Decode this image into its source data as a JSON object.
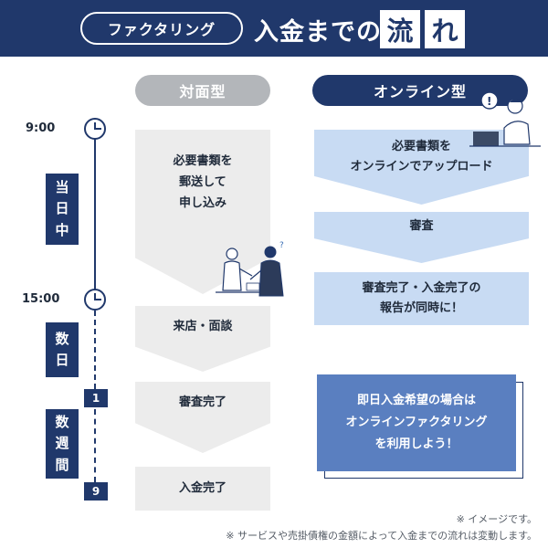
{
  "header": {
    "pill_label": "ファクタリング",
    "title": "入金までの",
    "box1": "流",
    "box2": "れ"
  },
  "columns": {
    "face_to_face": "対面型",
    "online": "オンライン型"
  },
  "timeline": {
    "time_start": "9:00",
    "time_mid": "15:00",
    "period_same_day": "当\n日\n中",
    "period_few_days": "数\n日",
    "period_few_weeks": "数\n週\n間",
    "day_1": "1",
    "day_9": "9"
  },
  "face_to_face_steps": [
    "必要書類を\n郵送して\n申し込み",
    "来店・面談",
    "審査完了",
    "入金完了"
  ],
  "online_steps": [
    "必要書類を\nオンラインでアップロード",
    "審査",
    "審査完了・入金完了の\n報告が同時に！"
  ],
  "note": "即日入金希望の場合は\nオンラインファクタリング\nを利用しよう！",
  "footnotes": {
    "image_note": "※ イメージです。",
    "disclaimer": "※ サービスや売掛債権の金額によって入金までの流れは変動します。"
  },
  "colors": {
    "navy": "#20386b",
    "gray_pill": "#b3b6ba",
    "gray_flow": "#ececec",
    "light_blue": "#c8dbf3",
    "note_blue": "#5a7fc0"
  }
}
